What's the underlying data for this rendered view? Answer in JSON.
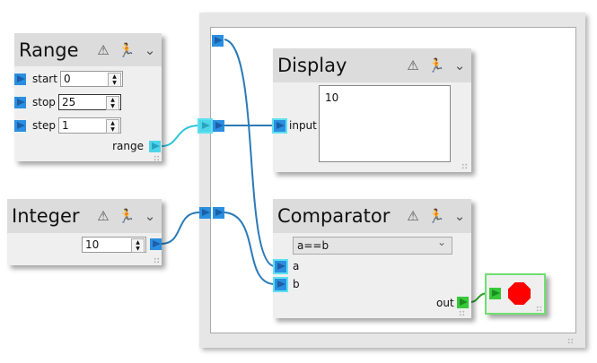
{
  "range": {
    "title": "Range",
    "fields": [
      {
        "label": "start",
        "value": "0"
      },
      {
        "label": "stop",
        "value": "25"
      },
      {
        "label": "step",
        "value": "1"
      }
    ],
    "output": "range"
  },
  "integer": {
    "title": "Integer",
    "value": "10"
  },
  "display": {
    "title": "Display",
    "input": "input",
    "text": "10"
  },
  "comparator": {
    "title": "Comparator",
    "operator": "a==b",
    "inputs": [
      "a",
      "b"
    ],
    "output": "out"
  },
  "icons": {
    "warning": "⚠",
    "run": "🏃",
    "chevron": "⌄"
  },
  "colors": {
    "wire_blue": "#2a7ab8",
    "wire_cyan": "#2ec4d8",
    "wire_green": "#2aa02d",
    "stop": "#ff0000"
  }
}
